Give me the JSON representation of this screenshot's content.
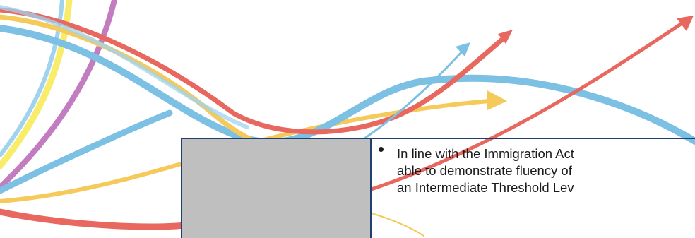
{
  "document": {
    "bullet_lines": [
      "In line with the Immigration Act",
      "able to demonstrate fluency of",
      "an Intermediate Threshold Lev"
    ]
  },
  "decoration": {
    "swoosh_colors": {
      "red": "#e8675f",
      "blue": "#7cc0e4",
      "yellow": "#f5c95a",
      "bright_yellow": "#f8ec6a",
      "purple": "#c27cc0"
    }
  },
  "table_colors": {
    "border": "#1f3f6e",
    "left_cell_fill": "#bfbfbf"
  }
}
